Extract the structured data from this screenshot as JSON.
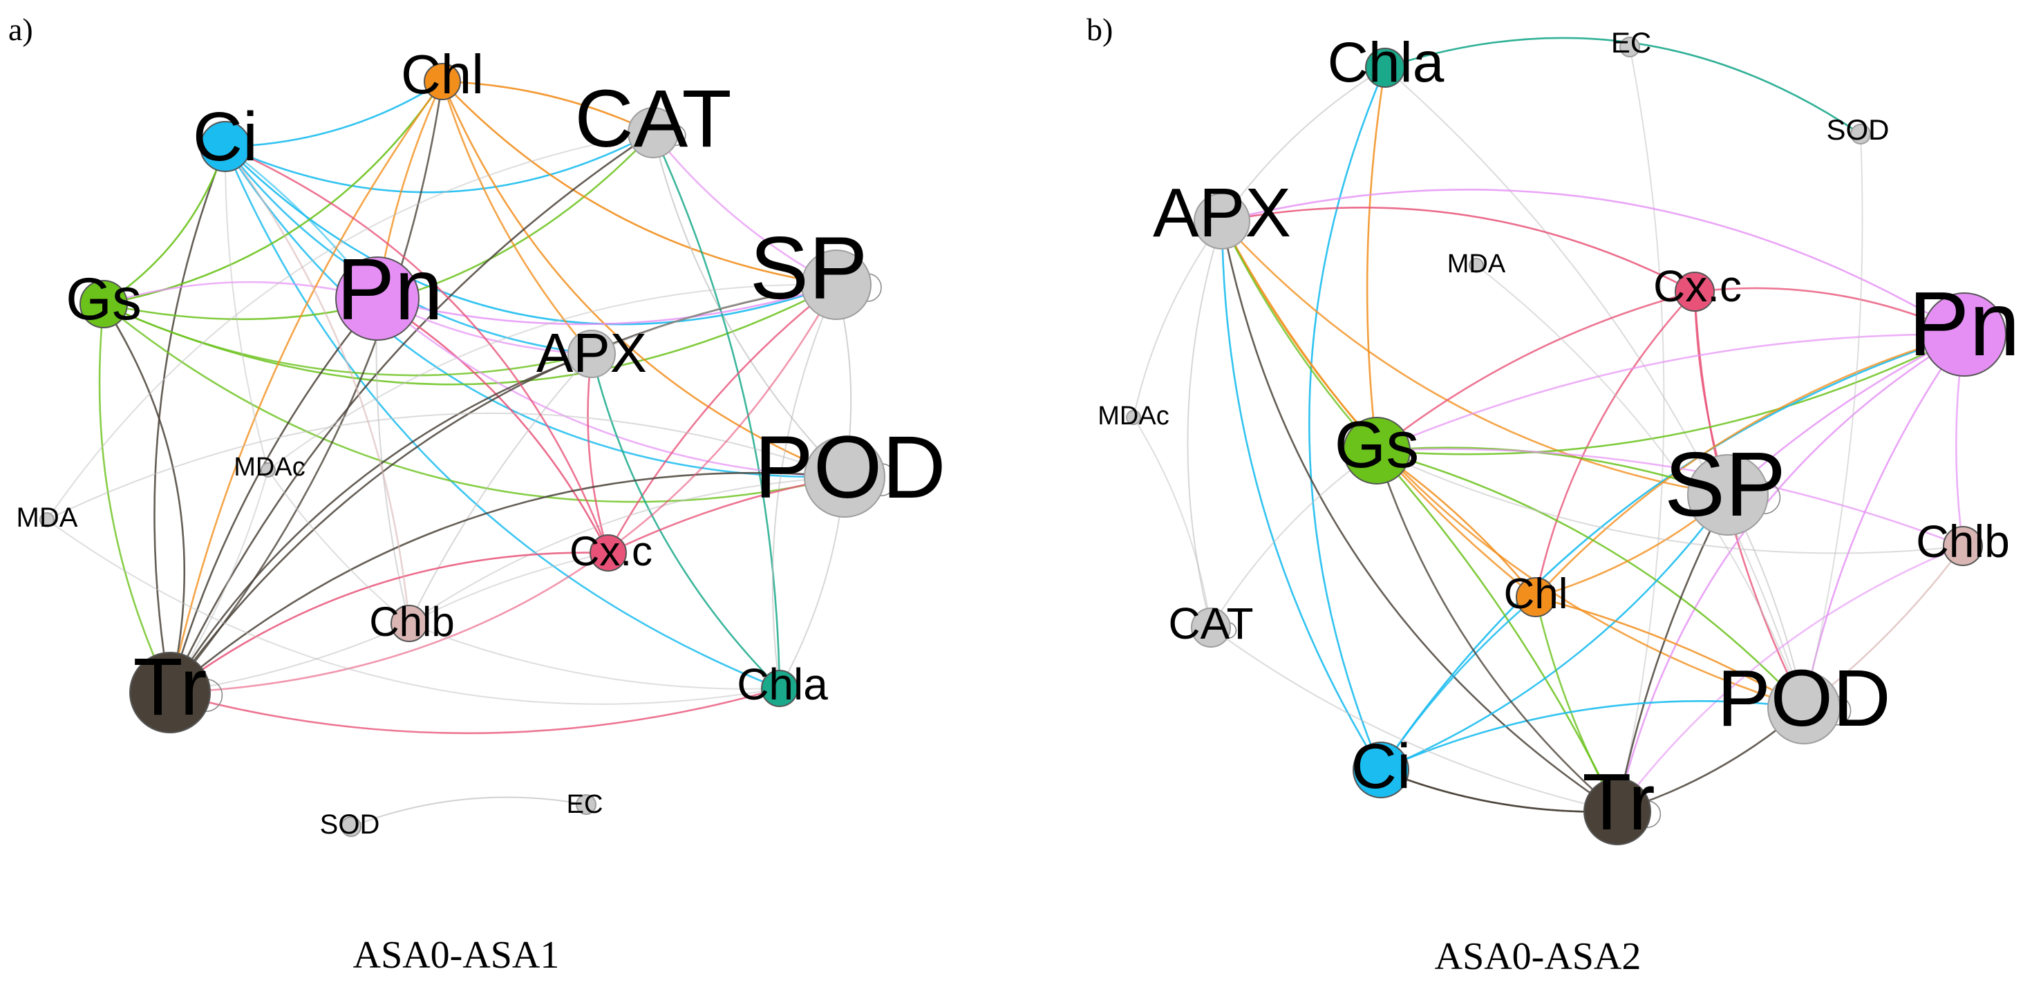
{
  "colors": {
    "grey": "#c9c9c9",
    "orange": "#f28e1c",
    "cyan": "#1bbcf0",
    "green": "#6ac21b",
    "violet": "#e58ff5",
    "red": "#e85278",
    "teal": "#1aa98b",
    "pink": "#d9b6b4",
    "dark": "#4a4238"
  },
  "panels": [
    {
      "letter": "a)",
      "caption": "ASA0-ASA1",
      "nodes": [
        {
          "label": "Chl",
          "color": "orange"
        },
        {
          "label": "CAT",
          "color": "grey"
        },
        {
          "label": "Ci",
          "color": "cyan"
        },
        {
          "label": "Gs",
          "color": "green"
        },
        {
          "label": "Pn",
          "color": "violet"
        },
        {
          "label": "SP",
          "color": "grey"
        },
        {
          "label": "APX",
          "color": "grey"
        },
        {
          "label": "MDAc",
          "color": "grey"
        },
        {
          "label": "MDA",
          "color": "grey"
        },
        {
          "label": "POD",
          "color": "grey"
        },
        {
          "label": "Cx.c",
          "color": "red"
        },
        {
          "label": "Chlb",
          "color": "pink"
        },
        {
          "label": "Tr",
          "color": "dark"
        },
        {
          "label": "Chla",
          "color": "teal"
        },
        {
          "label": "SOD",
          "color": "grey"
        },
        {
          "label": "EC",
          "color": "grey"
        }
      ]
    },
    {
      "letter": "b)",
      "caption": "ASA0-ASA2",
      "nodes": [
        {
          "label": "Chla",
          "color": "teal"
        },
        {
          "label": "EC",
          "color": "grey"
        },
        {
          "label": "SOD",
          "color": "grey"
        },
        {
          "label": "APX",
          "color": "grey"
        },
        {
          "label": "MDA",
          "color": "grey"
        },
        {
          "label": "Cx.c",
          "color": "red"
        },
        {
          "label": "Pn",
          "color": "violet"
        },
        {
          "label": "MDAc",
          "color": "grey"
        },
        {
          "label": "Gs",
          "color": "green"
        },
        {
          "label": "SP",
          "color": "grey"
        },
        {
          "label": "Chlb",
          "color": "pink"
        },
        {
          "label": "Chl",
          "color": "orange"
        },
        {
          "label": "CAT",
          "color": "grey"
        },
        {
          "label": "POD",
          "color": "grey"
        },
        {
          "label": "Ci",
          "color": "cyan"
        },
        {
          "label": "Tr",
          "color": "dark"
        }
      ]
    }
  ]
}
